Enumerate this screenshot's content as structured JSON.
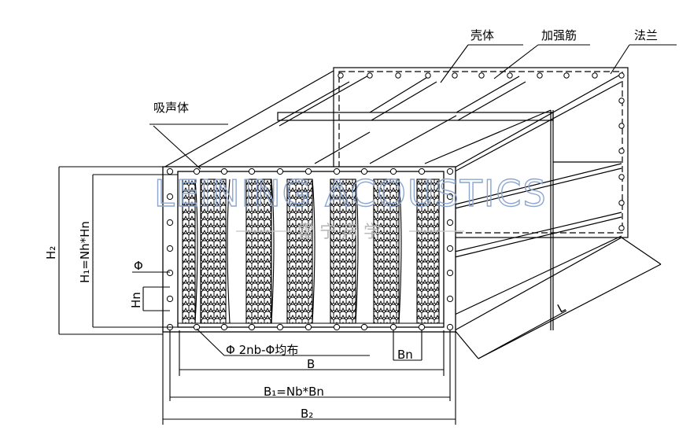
{
  "labels": {
    "shell": "壳体",
    "rib": "加强筋",
    "flange": "法兰",
    "absorber": "吸声体",
    "hole_note": "Φ 2nb-Φ均布",
    "phi": "Φ",
    "hn": "Hn",
    "h1": "H₁=Nh*Hn",
    "h2": "H₂",
    "bn": "Bn",
    "b": "B",
    "b1": "B₁=Nb*Bn",
    "b2": "B₂",
    "length": "L"
  },
  "watermark": {
    "line1": "LEINING ACOUSTICS",
    "line2": "雷宁声学"
  },
  "colors": {
    "line": "#000000",
    "watermark_outline": "#8da6cf",
    "watermark_text": "#b9b9b9"
  }
}
